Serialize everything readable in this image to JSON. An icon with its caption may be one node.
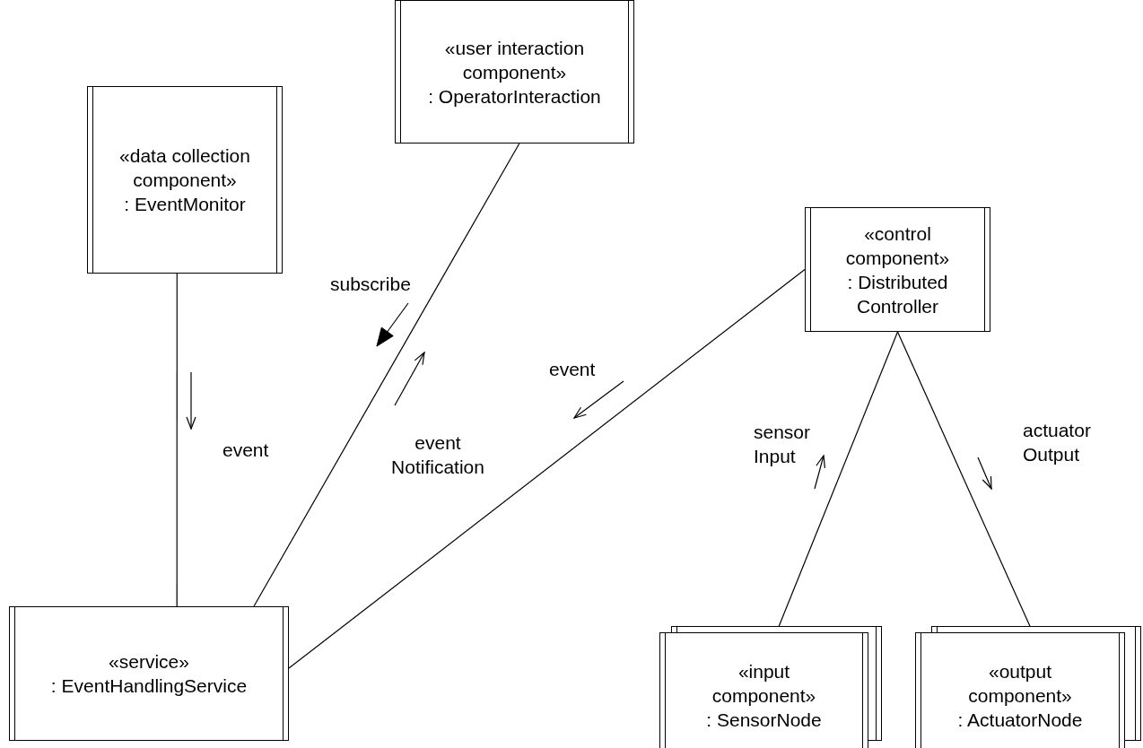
{
  "diagram": {
    "nodes": [
      {
        "text": [
          "«user interaction component»",
          ": OperatorInteraction"
        ]
      },
      {
        "text": [
          "«data collection component»",
          ": EventMonitor"
        ]
      },
      {
        "text": [
          "«control component»",
          ": Distributed Controller"
        ]
      },
      {
        "text": [
          "«service»",
          ": EventHandlingService"
        ]
      },
      {
        "text": [
          "«input component»",
          ": SensorNode"
        ]
      },
      {
        "text": [
          "«output component»",
          ": ActuatorNode"
        ]
      }
    ],
    "edges": [
      {
        "from": 0,
        "to": 3,
        "arrow": "none"
      },
      {
        "from": 1,
        "to": 3,
        "arrow": "none"
      },
      {
        "from": 2,
        "to": 3,
        "arrow": "none"
      },
      {
        "from": 2,
        "to": 4,
        "arrow": "none"
      },
      {
        "from": 2,
        "to": 5,
        "arrow": "none"
      }
    ],
    "labels": [
      "subscribe",
      "event",
      "sensor Input",
      "actuator Output",
      "event Notification",
      "event"
    ]
  }
}
